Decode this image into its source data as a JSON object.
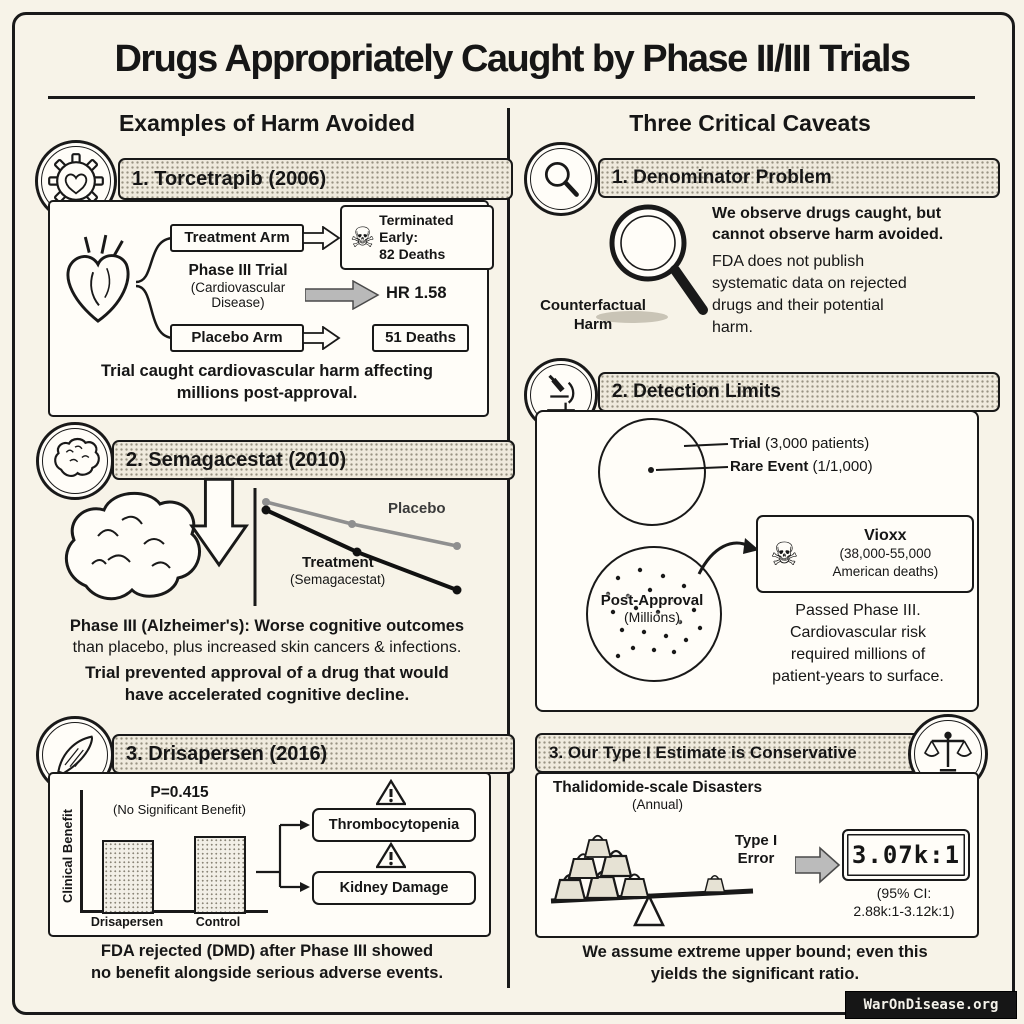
{
  "icons": {
    "skull": "☠"
  },
  "page": {
    "title": "Drugs Appropriately Caught by Phase II/III Trials",
    "footer": "WarOnDisease.org"
  },
  "left": {
    "heading": "Examples of Harm Avoided",
    "s1": {
      "header": "1. Torcetrapib (2006)",
      "treatment_arm": "Treatment Arm",
      "terminated": [
        "Terminated",
        "Early:",
        "82 Deaths"
      ],
      "phase": "Phase III Trial",
      "phase_sub": [
        "(Cardiovascular",
        "Disease)"
      ],
      "hr": "HR 1.58",
      "placebo_arm": "Placebo Arm",
      "placebo_deaths": "51 Deaths",
      "caption": [
        "Trial caught cardiovascular harm affecting",
        "millions post-approval."
      ]
    },
    "s2": {
      "header": "2. Semagacestat (2010)",
      "placebo_label": "Placebo",
      "treatment_label": [
        "Treatment",
        "(Semagacestat)"
      ],
      "text1_bold": "Phase III (Alzheimer's): Worse cognitive outcomes",
      "text1_rest": "than placebo, plus increased skin cancers & infections.",
      "text2": [
        "Trial prevented approval of a drug that would",
        "have accelerated cognitive decline."
      ]
    },
    "s3": {
      "header": "3. Drisapersen (2016)",
      "p_value": "P=0.415",
      "no_sig": "(No Significant Benefit)",
      "y_axis": "Clinical Benefit",
      "bar1": "Drisapersen",
      "bar2": "Control",
      "warn1": "Thrombocytopenia",
      "warn2": "Kidney Damage",
      "caption": [
        "FDA rejected (DMD) after Phase III showed",
        "no benefit alongside serious adverse events."
      ]
    }
  },
  "right": {
    "heading": "Three Critical Caveats",
    "c1": {
      "header": "1. Denominator Problem",
      "bold": [
        "We observe drugs caught, but",
        "cannot observe harm avoided."
      ],
      "body": [
        "FDA does not publish",
        "systematic data on rejected",
        "drugs and their potential",
        "harm."
      ],
      "label": [
        "Counterfactual",
        "Harm"
      ]
    },
    "c2": {
      "header": "2. Detection Limits",
      "trial_bold": "Trial",
      "trial_rest": " (3,000 patients)",
      "rare_bold": "Rare Event",
      "rare_rest": " (1/1,000)",
      "post_label": [
        "Post-Approval",
        "(Millions)"
      ],
      "vioxx_bold": "Vioxx",
      "vioxx_rest": [
        "(38,000-55,000",
        "American deaths)"
      ],
      "caption": [
        "Passed Phase III.",
        "Cardiovascular risk",
        "required millions of",
        "patient-years to surface."
      ]
    },
    "c3": {
      "header": "3. Our Type I Estimate is Conservative",
      "thal": "Thalidomide-scale Disasters",
      "annual": "(Annual)",
      "type1": [
        "Type I",
        "Error"
      ],
      "ratio": "3.07k:1",
      "ci": [
        "(95% CI:",
        "2.88k:1-3.12k:1)"
      ],
      "caption": [
        "We assume extreme upper bound; even this",
        "yields the significant ratio."
      ]
    }
  }
}
